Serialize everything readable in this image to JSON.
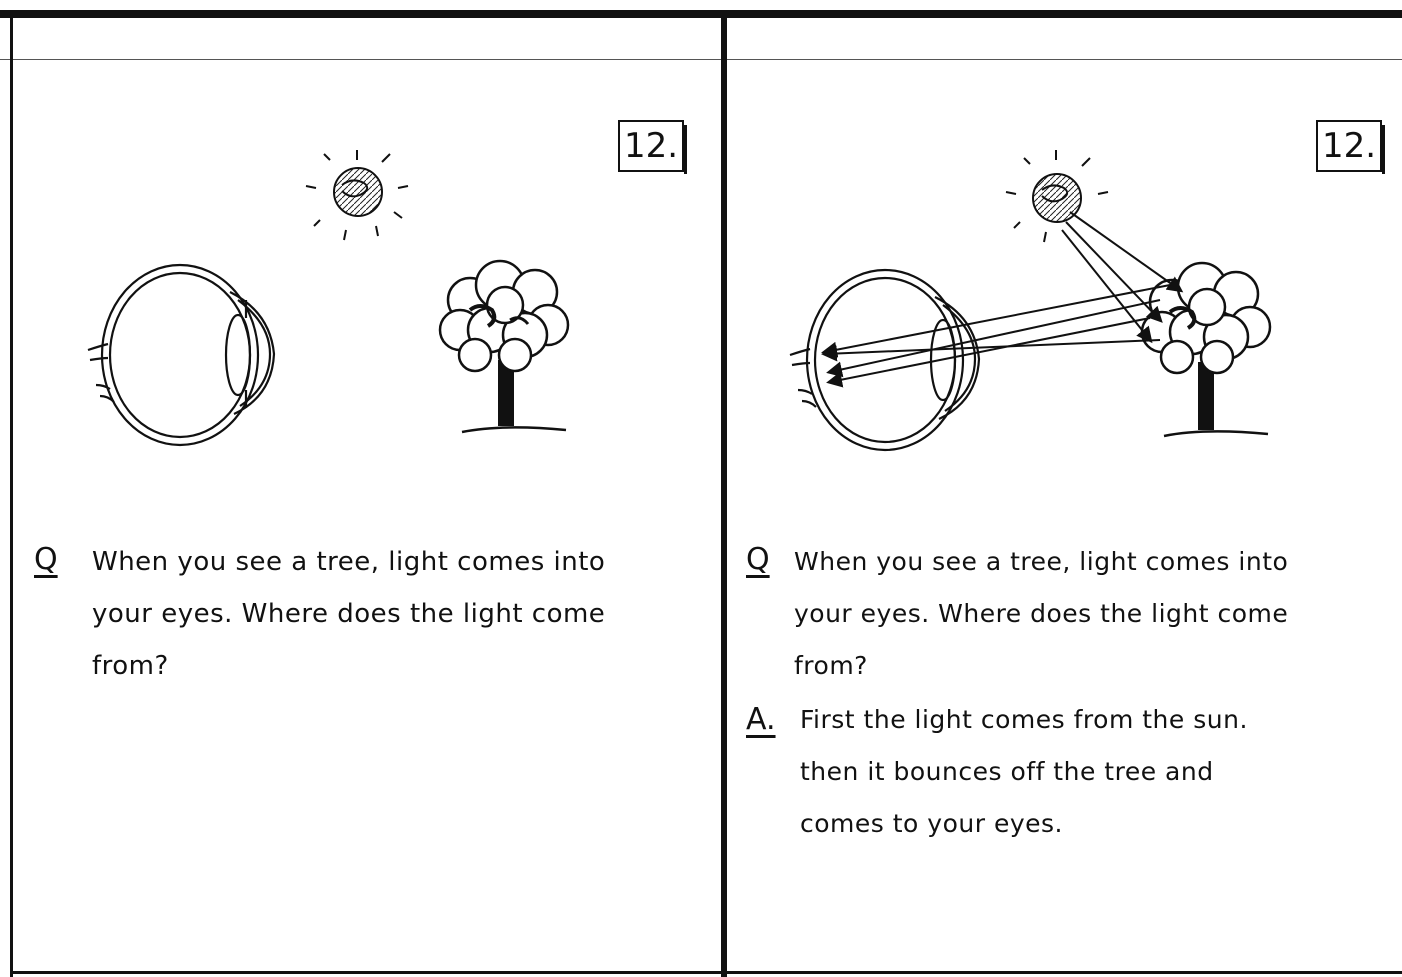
{
  "left_card": {
    "number": "12.",
    "question_marker": "Q",
    "question_lines": [
      "When you see a tree, light comes into",
      "your eyes. Where does the light come",
      "from?"
    ]
  },
  "right_card": {
    "number": "12.",
    "question_marker": "Q",
    "question_lines": [
      "When you see a tree, light comes into",
      "your eyes. Where does the light come",
      "from?"
    ],
    "answer_marker": "A.",
    "answer_lines": [
      "First the light comes from the sun.",
      "then it bounces off the tree and",
      "comes to your eyes."
    ]
  }
}
